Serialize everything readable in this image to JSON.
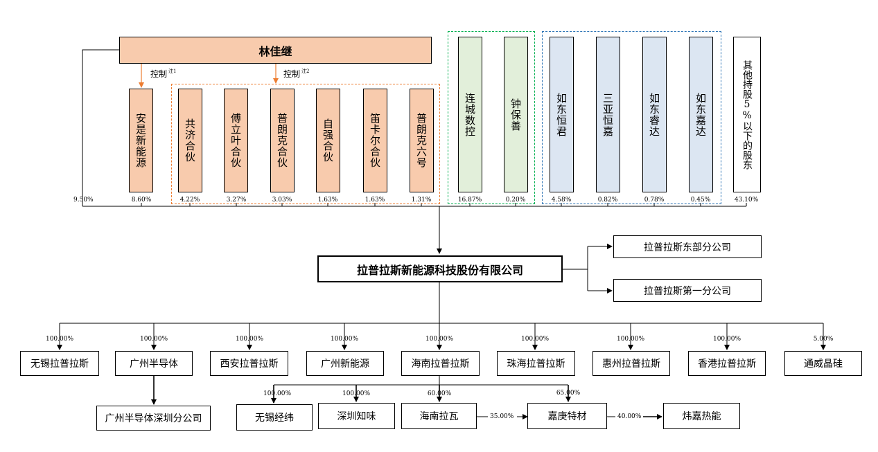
{
  "controller": {
    "name": "林佳继",
    "pct": "9.50%"
  },
  "control_labels": [
    {
      "text": "控制",
      "note": "注1"
    },
    {
      "text": "控制",
      "note": "注2"
    }
  ],
  "shareholders": [
    {
      "name": "安是新能源",
      "pct": "8.60%"
    },
    {
      "name": "共济合伙",
      "pct": "4.22%"
    },
    {
      "name": "傅立叶合伙",
      "pct": "3.27%"
    },
    {
      "name": "普朗克合伙",
      "pct": "3.03%"
    },
    {
      "name": "自强合伙",
      "pct": "1.63%"
    },
    {
      "name": "笛卡尔合伙",
      "pct": "1.63%"
    },
    {
      "name": "普朗克六号",
      "pct": "1.31%"
    },
    {
      "name": "连城数控",
      "pct": "16.87%"
    },
    {
      "name": "钟保善",
      "pct": "0.20%"
    },
    {
      "name": "如东恒君",
      "pct": "4.58%"
    },
    {
      "name": "三亚恒嘉",
      "pct": "0.82%"
    },
    {
      "name": "如东睿达",
      "pct": "0.78%"
    },
    {
      "name": "如东嘉达",
      "pct": "0.45%"
    },
    {
      "name": "其他持股5%以下的股东",
      "pct": "43.10%"
    }
  ],
  "company": {
    "name": "拉普拉斯新能源科技股份有限公司"
  },
  "branches": [
    {
      "name": "拉普拉斯东部分公司"
    },
    {
      "name": "拉普拉斯第一分公司"
    }
  ],
  "subsidiaries": [
    {
      "name": "无锡拉普拉斯",
      "pct": "100.00%"
    },
    {
      "name": "广州半导体",
      "pct": "100.00%"
    },
    {
      "name": "西安拉普拉斯",
      "pct": "100.00%"
    },
    {
      "name": "广州新能源",
      "pct": "100.00%"
    },
    {
      "name": "海南拉普拉斯",
      "pct": "100.00%"
    },
    {
      "name": "珠海拉普拉斯",
      "pct": "100.00%"
    },
    {
      "name": "惠州拉普拉斯",
      "pct": "100.00%"
    },
    {
      "name": "香港拉普拉斯",
      "pct": "100.00%"
    },
    {
      "name": "通威晶硅",
      "pct": "5.00%"
    }
  ],
  "sub_branch": {
    "name": "广州半导体深圳分公司"
  },
  "hainan_children": [
    {
      "name": "无锡经纬",
      "pct": "100.00%"
    },
    {
      "name": "深圳知味",
      "pct": "100.00%"
    },
    {
      "name": "海南拉瓦",
      "pct": "60.00%"
    },
    {
      "name": "嘉庚特材",
      "pct": "65.00%"
    }
  ],
  "chain": [
    {
      "from": "海南拉瓦",
      "to": "嘉庚特材",
      "pct": "35.00%"
    },
    {
      "from": "嘉庚特材",
      "to": "炜嘉热能",
      "pct": "40.00%"
    }
  ],
  "end_node": {
    "name": "炜嘉热能"
  }
}
